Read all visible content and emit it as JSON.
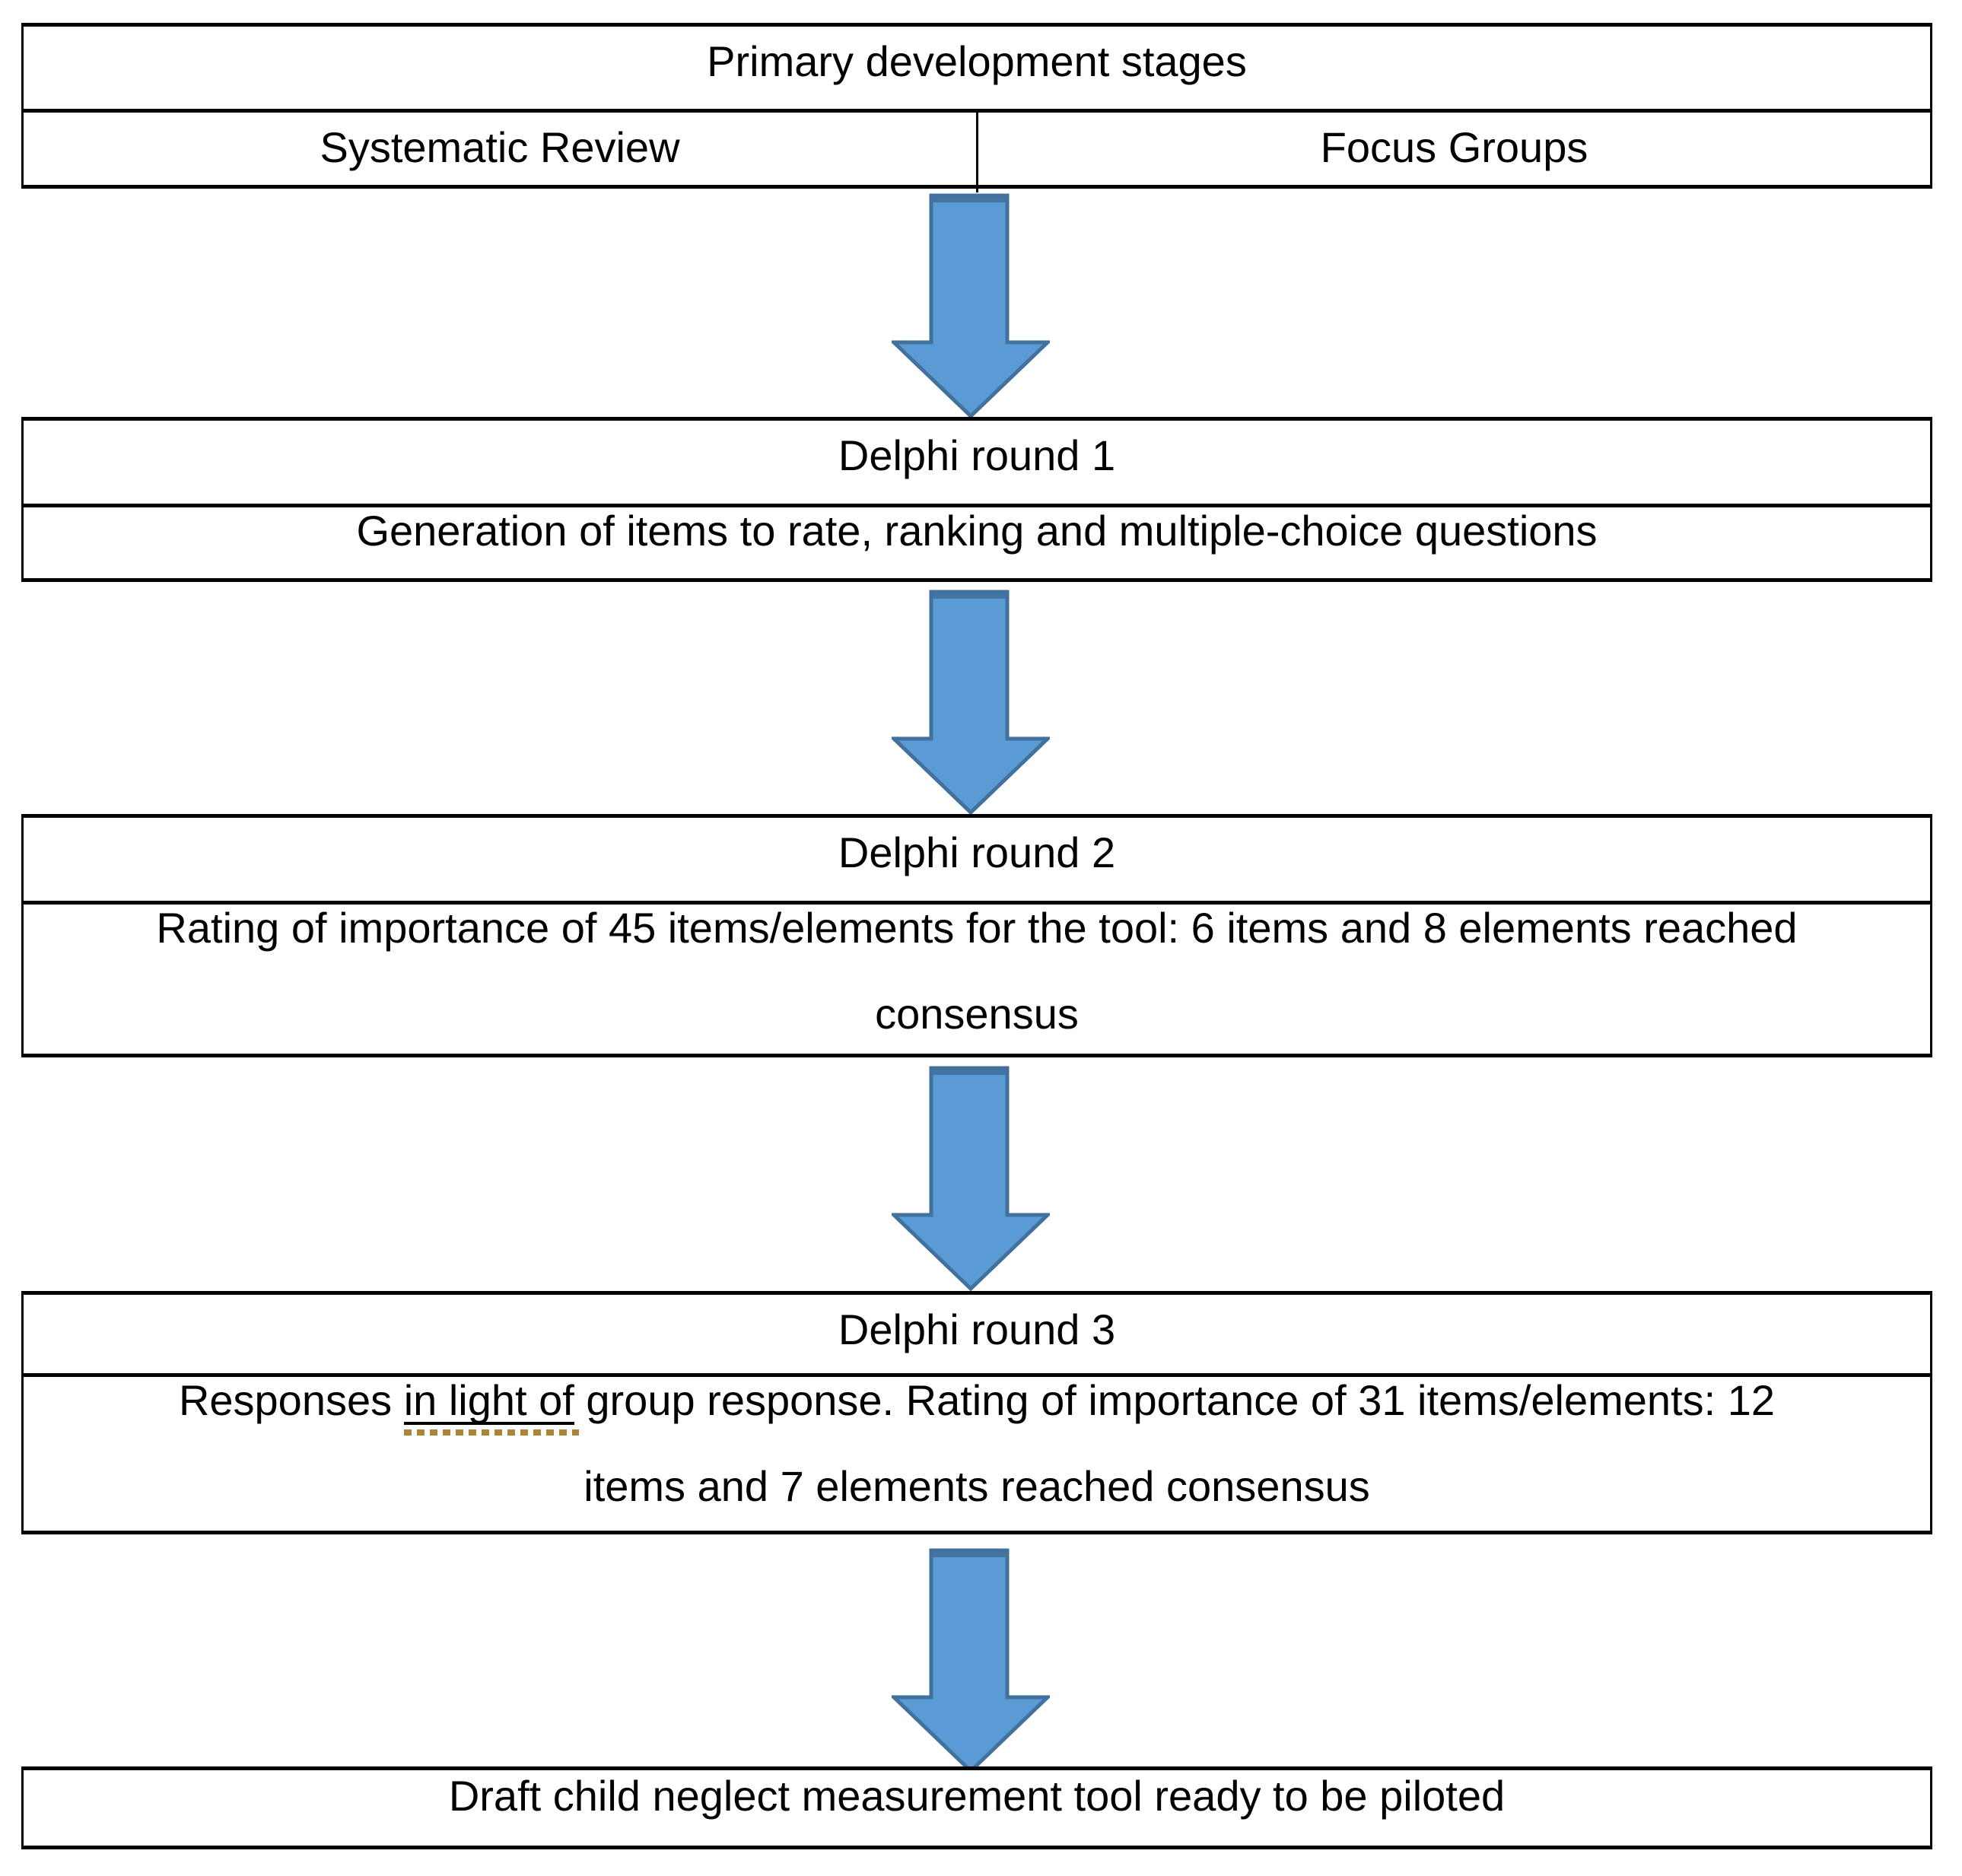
{
  "figure": {
    "top_table": {
      "title": "Primary development stages",
      "left_cell": "Systematic Review",
      "right_cell": "Focus Groups"
    },
    "round1": {
      "title": "Delphi round 1",
      "body": "Generation of items to rate, ranking and multiple-choice questions"
    },
    "round2": {
      "title": "Delphi round 2",
      "body_line1": "Rating of importance of 45 items/elements for the tool: 6 items and 8 elements reached",
      "body_line2": "consensus"
    },
    "round3": {
      "title": "Delphi round 3",
      "body_line1_before": "Responses ",
      "body_line1_marked": "in light of",
      "body_line1_after": " group response. Rating of importance of 31 items/elements: 12",
      "body_line2": "items and 7 elements reached consensus"
    },
    "final": {
      "text": "Draft child neglect measurement tool ready to be piloted"
    }
  },
  "colors": {
    "arrow_fill": "#5B9BD5",
    "arrow_outline": "#41719C",
    "arrow_top_shade": "#41719C",
    "grammar_dots": "#AD8435",
    "table_border": "#000000",
    "text": "#000000",
    "background": "#FFFFFF"
  }
}
